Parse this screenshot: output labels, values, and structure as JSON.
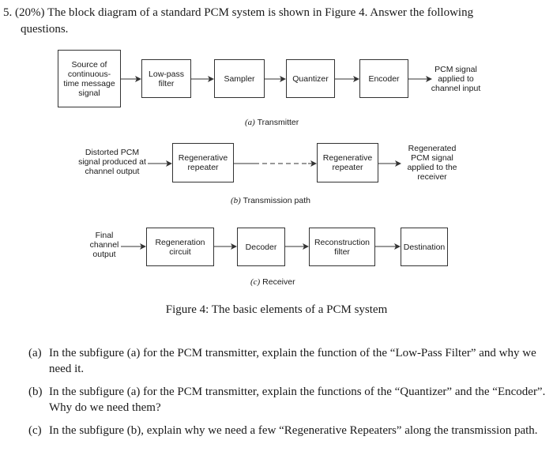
{
  "question": {
    "header_line1": "5. (20%) The block diagram of a standard PCM system is shown in Figure 4. Answer the following",
    "header_line2": "questions."
  },
  "diagram": {
    "transmitter": {
      "source": "Source of continuous-time message signal",
      "lowpass": "Low-pass filter",
      "sampler": "Sampler",
      "quantizer": "Quantizer",
      "encoder": "Encoder",
      "output": "PCM signal applied to channel input",
      "caption_tag": "(a)",
      "caption_text": "Transmitter"
    },
    "path": {
      "input": "Distorted PCM signal produced at channel output",
      "repeater1": "Regenerative repeater",
      "repeater2": "Regenerative repeater",
      "output": "Regenerated PCM signal applied to the receiver",
      "caption_tag": "(b)",
      "caption_text": "Transmission path"
    },
    "receiver": {
      "input": "Final channel output",
      "regeneration": "Regeneration circuit",
      "decoder": "Decoder",
      "reconstruction": "Reconstruction filter",
      "destination": "Destination",
      "caption_tag": "(c)",
      "caption_text": "Receiver"
    }
  },
  "figure_caption": "Figure 4: The basic elements of a PCM system",
  "subquestions": [
    {
      "tag": "(a)",
      "text": "In the subfigure (a) for the PCM transmitter, explain the function of the “Low-Pass Filter” and why we need it."
    },
    {
      "tag": "(b)",
      "text": "In the subfigure (a) for the PCM transmitter, explain the functions of the “Quantizer” and the “Encoder”. Why do we need them?"
    },
    {
      "tag": "(c)",
      "text": "In the subfigure (b), explain why we need a few “Regenerative Repeaters” along the transmission path."
    }
  ]
}
